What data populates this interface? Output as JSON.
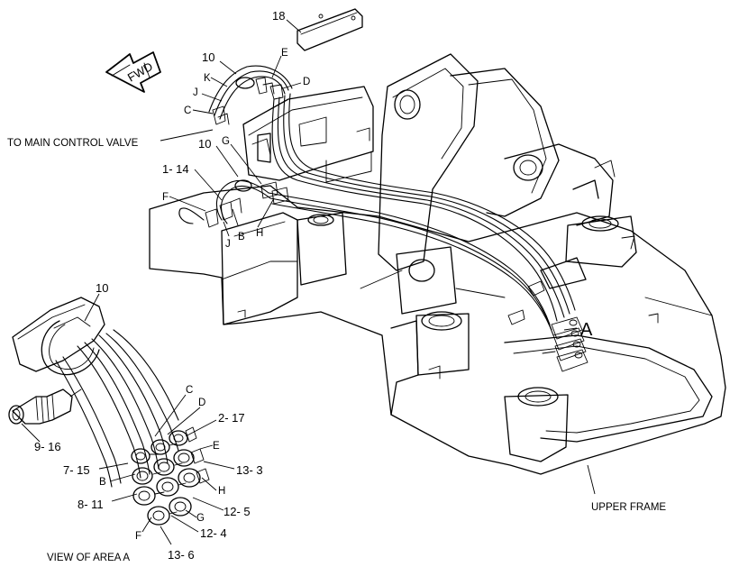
{
  "labels": {
    "fwd": "FWD",
    "to_main_control_valve": "TO MAIN CONTROL VALVE",
    "upper_frame": "UPPER FRAME",
    "view_of_area_a": "VIEW OF AREA A",
    "area_a": "A",
    "p18": "18",
    "p10_top": "10",
    "p10_mid": "10",
    "p10_detail": "10",
    "p1_14": "1- 14",
    "p2_17": "2- 17",
    "p7_15": "7- 15",
    "p8_11": "8- 11",
    "p9_16": "9- 16",
    "p12_4": "12- 4",
    "p12_5": "12- 5",
    "p13_3": "13- 3",
    "p13_6": "13- 6",
    "e_top": "E",
    "k_top": "K",
    "j_top": "J",
    "c_top": "C",
    "d_top": "D",
    "g_mid": "G",
    "f_mid": "F",
    "b_mid": "B",
    "j_mid": "J",
    "h_mid": "H",
    "c_det": "C",
    "d_det": "D",
    "e_det": "E",
    "b_det": "B",
    "h_det": "H",
    "g_det": "G",
    "f_det": "F"
  }
}
